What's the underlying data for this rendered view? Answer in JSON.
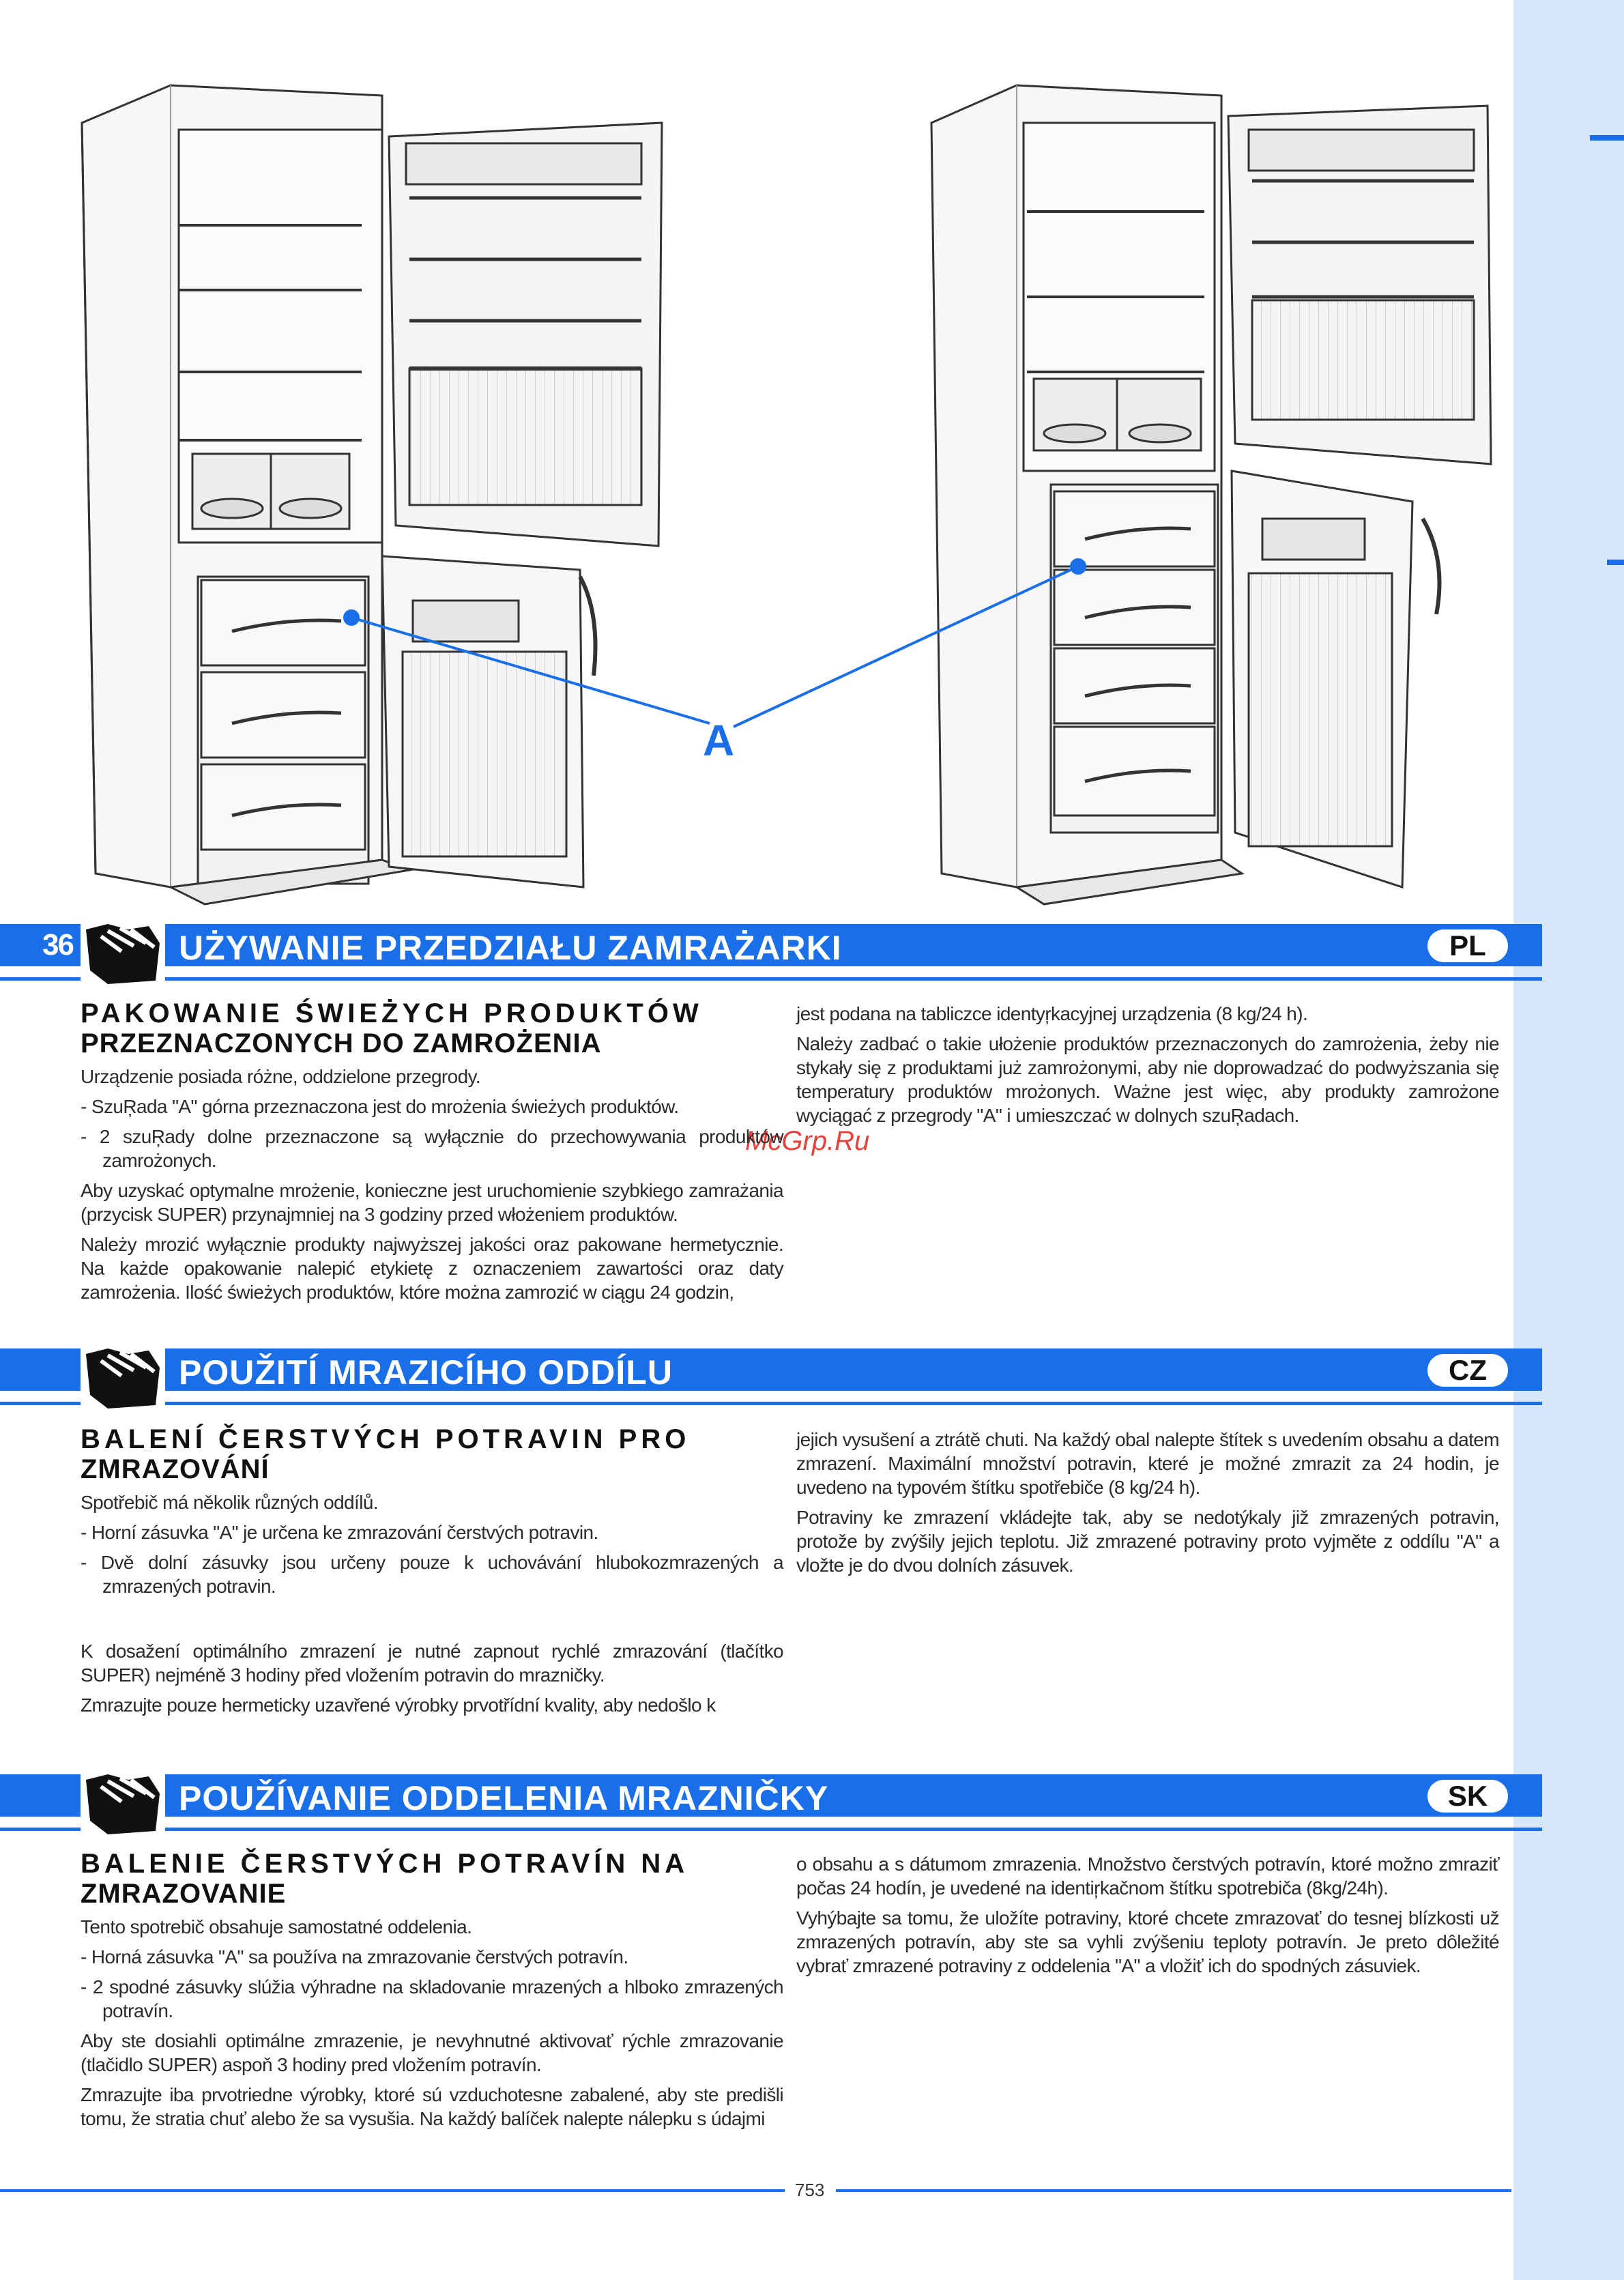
{
  "page_number_top": "36",
  "page_number_bottom": "753",
  "watermark": "McGrp.Ru",
  "figure": {
    "callout_label": "A"
  },
  "sections": [
    {
      "lang": "PL",
      "title": "UŻYWANIE PRZEDZIAŁU ZAMRAŻARKI",
      "heading_line1": "PAKOWANIE ŚWIEŻYCH PRODUKTÓW",
      "heading_line2": "PRZEZNACZONYCH DO ZAMROŻENIA",
      "left": [
        "Urządzenie posiada różne, oddzielone przegrody.",
        "-  SzuŖada \"A\" górna przeznaczona jest do mrożenia świeżych produktów.",
        "-  2 szuŖady dolne przeznaczone są wyłącznie do przechowywania produktów zamrożonych.",
        "Aby uzyskać optymalne mrożenie, konieczne jest uruchomienie szybkiego zamrażania (przycisk SUPER) przynajmniej na 3 godziny przed włożeniem produktów.",
        "Należy mrozić wyłącznie produkty najwyższej jakości oraz pakowane hermetycznie. Na każde opakowanie nalepić etykietę z oznaczeniem zawartości oraz daty zamrożenia. Ilość świeżych produktów, które można zamrozić w ciągu 24 godzin,"
      ],
      "right": [
        "jest podana na tabliczce identyŗkacyjnej urządzenia (8 kg/24 h).",
        "Należy zadbać o takie ułożenie produktów przeznaczonych do zamrożenia, żeby nie stykały się z produktami już zamrożonymi, aby nie doprowadzać do podwyższania się temperatury produktów mrożonych. Ważne jest więc, aby produkty zamrożone wyciągać z przegrody \"A\" i umieszczać w dolnych szuŖadach."
      ]
    },
    {
      "lang": "CZ",
      "title": "POUŽITÍ MRAZICÍHO ODDÍLU",
      "heading_line1": "BALENÍ ČERSTVÝCH POTRAVIN PRO",
      "heading_line2": "ZMRAZOVÁNÍ",
      "left": [
        "Spotřebič má několik různých oddílů.",
        "-  Horní zásuvka \"A\" je určena ke zmrazování čerstvých potravin.",
        "-  Dvě dolní zásuvky jsou určeny pouze k uchovávání hlubokozmrazených a zmrazených potravin.",
        "K dosažení optimálního zmrazení je nutné zapnout rychlé zmrazování (tlačítko SUPER) nejméně 3 hodiny před vložením potravin do mrazničky.",
        "Zmrazujte pouze hermeticky uzavřené výrobky prvotřídní kvality, aby nedošlo k"
      ],
      "right": [
        "jejich vysušení a ztrátě chuti. Na každý obal nalepte štítek s uvedením obsahu a datem zmrazení. Maximální množství potravin, které je možné zmrazit za 24 hodin, je uvedeno na typovém štítku spotřebiče (8 kg/24 h).",
        "Potraviny ke zmrazení vkládejte tak, aby se nedotýkaly již zmrazených potravin, protože by zvýšily jejich teplotu. Již zmrazené potraviny proto vyjměte z oddílu \"A\" a vložte je do dvou dolních zásuvek."
      ]
    },
    {
      "lang": "SK",
      "title": "POUŽÍVANIE ODDELENIA MRAZNIČKY",
      "heading_line1": "BALENIE ČERSTVÝCH POTRAVÍN NA",
      "heading_line2": "ZMRAZOVANIE",
      "left": [
        "Tento spotrebič obsahuje samostatné oddelenia.",
        "-  Horná zásuvka \"A\" sa používa na zmrazovanie čerstvých potravín.",
        "-  2 spodné zásuvky slúžia výhradne na skladovanie mrazených a hlboko zmrazených potravín.",
        "Aby ste dosiahli optimálne zmrazenie, je nevyhnutné aktivovať rýchle zmrazovanie (tlačidlo SUPER) aspoň 3 hodiny pred vložením potravín.",
        "Zmrazujte iba prvotriedne výrobky, ktoré sú vzduchotesne zabalené, aby ste predišli tomu, že stratia chuť alebo že sa vysušia. Na každý balíček nalepte nálepku s údajmi"
      ],
      "right": [
        "o obsahu a s dátumom zmrazenia. Množstvo čerstvých potravín, ktoré možno zmraziť počas 24 hodín, je uvedené na identiŗkačnom štítku spotrebiča (8kg/24h).",
        "Vyhýbajte sa tomu, že uložíte potraviny, ktoré chcete zmrazovať do tesnej blízkosti už zmrazených potravín, aby ste sa vyhli zvýšeniu teploty potravín. Je preto dôležité vybrať zmrazené potraviny z oddelenia \"A\" a vložiť ich do spodných zásuviek."
      ]
    }
  ]
}
